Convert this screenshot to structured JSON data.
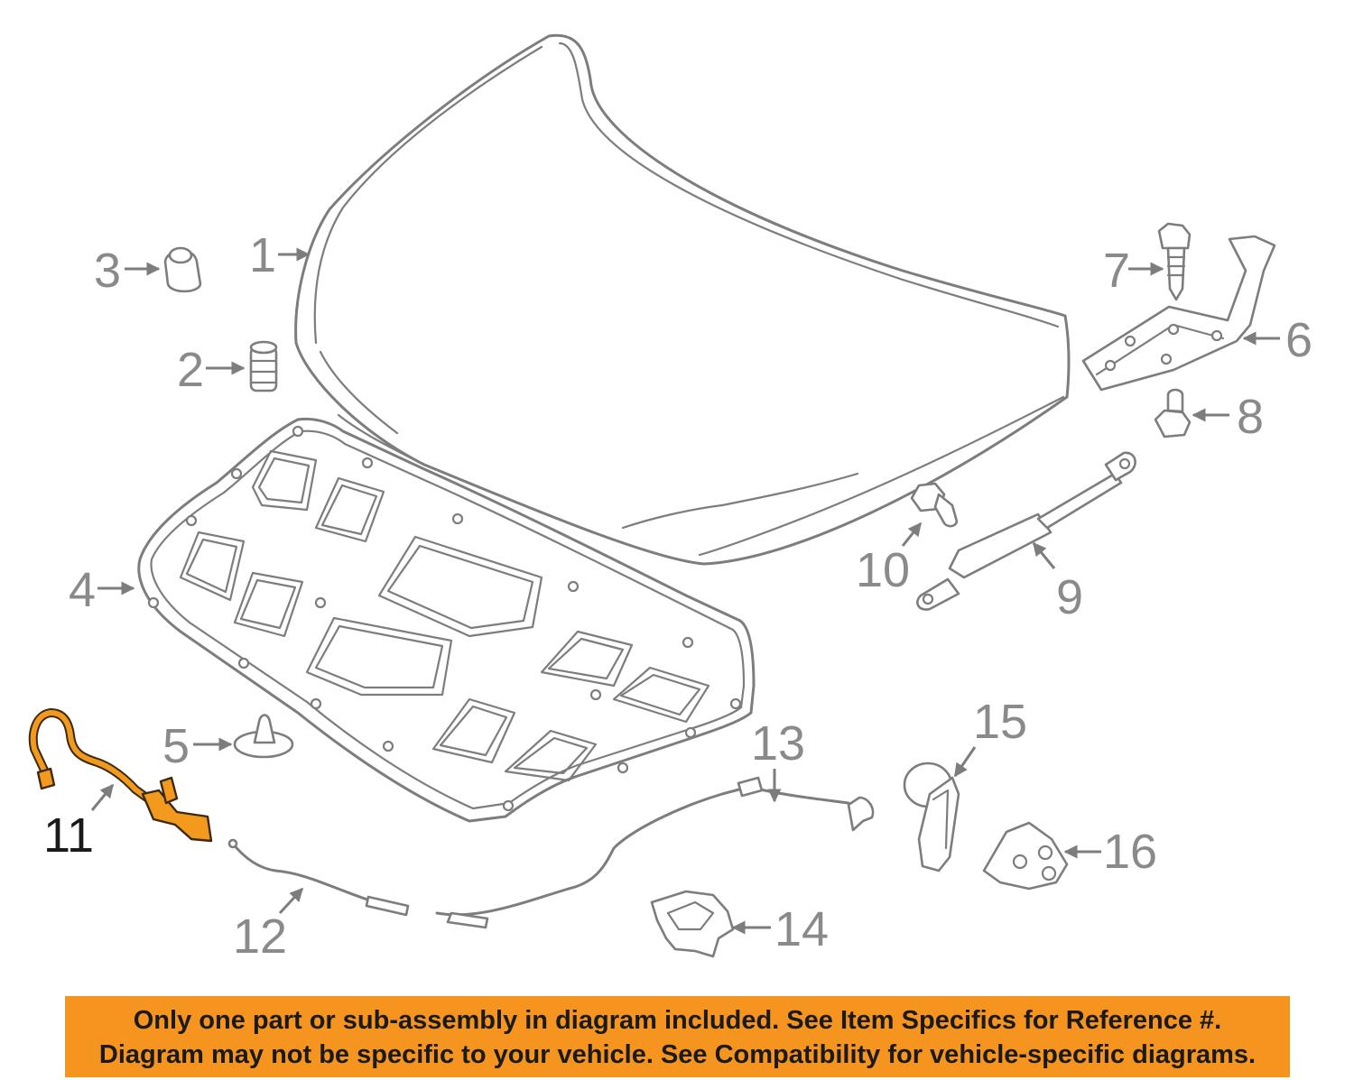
{
  "parts": [
    {
      "number": "1",
      "highlighted": false
    },
    {
      "number": "2",
      "highlighted": false
    },
    {
      "number": "3",
      "highlighted": false
    },
    {
      "number": "4",
      "highlighted": false
    },
    {
      "number": "5",
      "highlighted": false
    },
    {
      "number": "6",
      "highlighted": false
    },
    {
      "number": "7",
      "highlighted": false
    },
    {
      "number": "8",
      "highlighted": false
    },
    {
      "number": "9",
      "highlighted": false
    },
    {
      "number": "10",
      "highlighted": false
    },
    {
      "number": "11",
      "highlighted": true
    },
    {
      "number": "12",
      "highlighted": false
    },
    {
      "number": "13",
      "highlighted": false
    },
    {
      "number": "14",
      "highlighted": false
    },
    {
      "number": "15",
      "highlighted": false
    },
    {
      "number": "16",
      "highlighted": false
    }
  ],
  "colors": {
    "highlight_part": "#f39a1e",
    "banner_background": "#f5941f",
    "line_art": "#7d7d7d"
  },
  "notice": {
    "line1": "Only one part or sub-assembly in diagram included. See Item Specifics for Reference #.",
    "line2": "Diagram may not be specific to your vehicle. See Compatibility for vehicle-specific diagrams."
  }
}
